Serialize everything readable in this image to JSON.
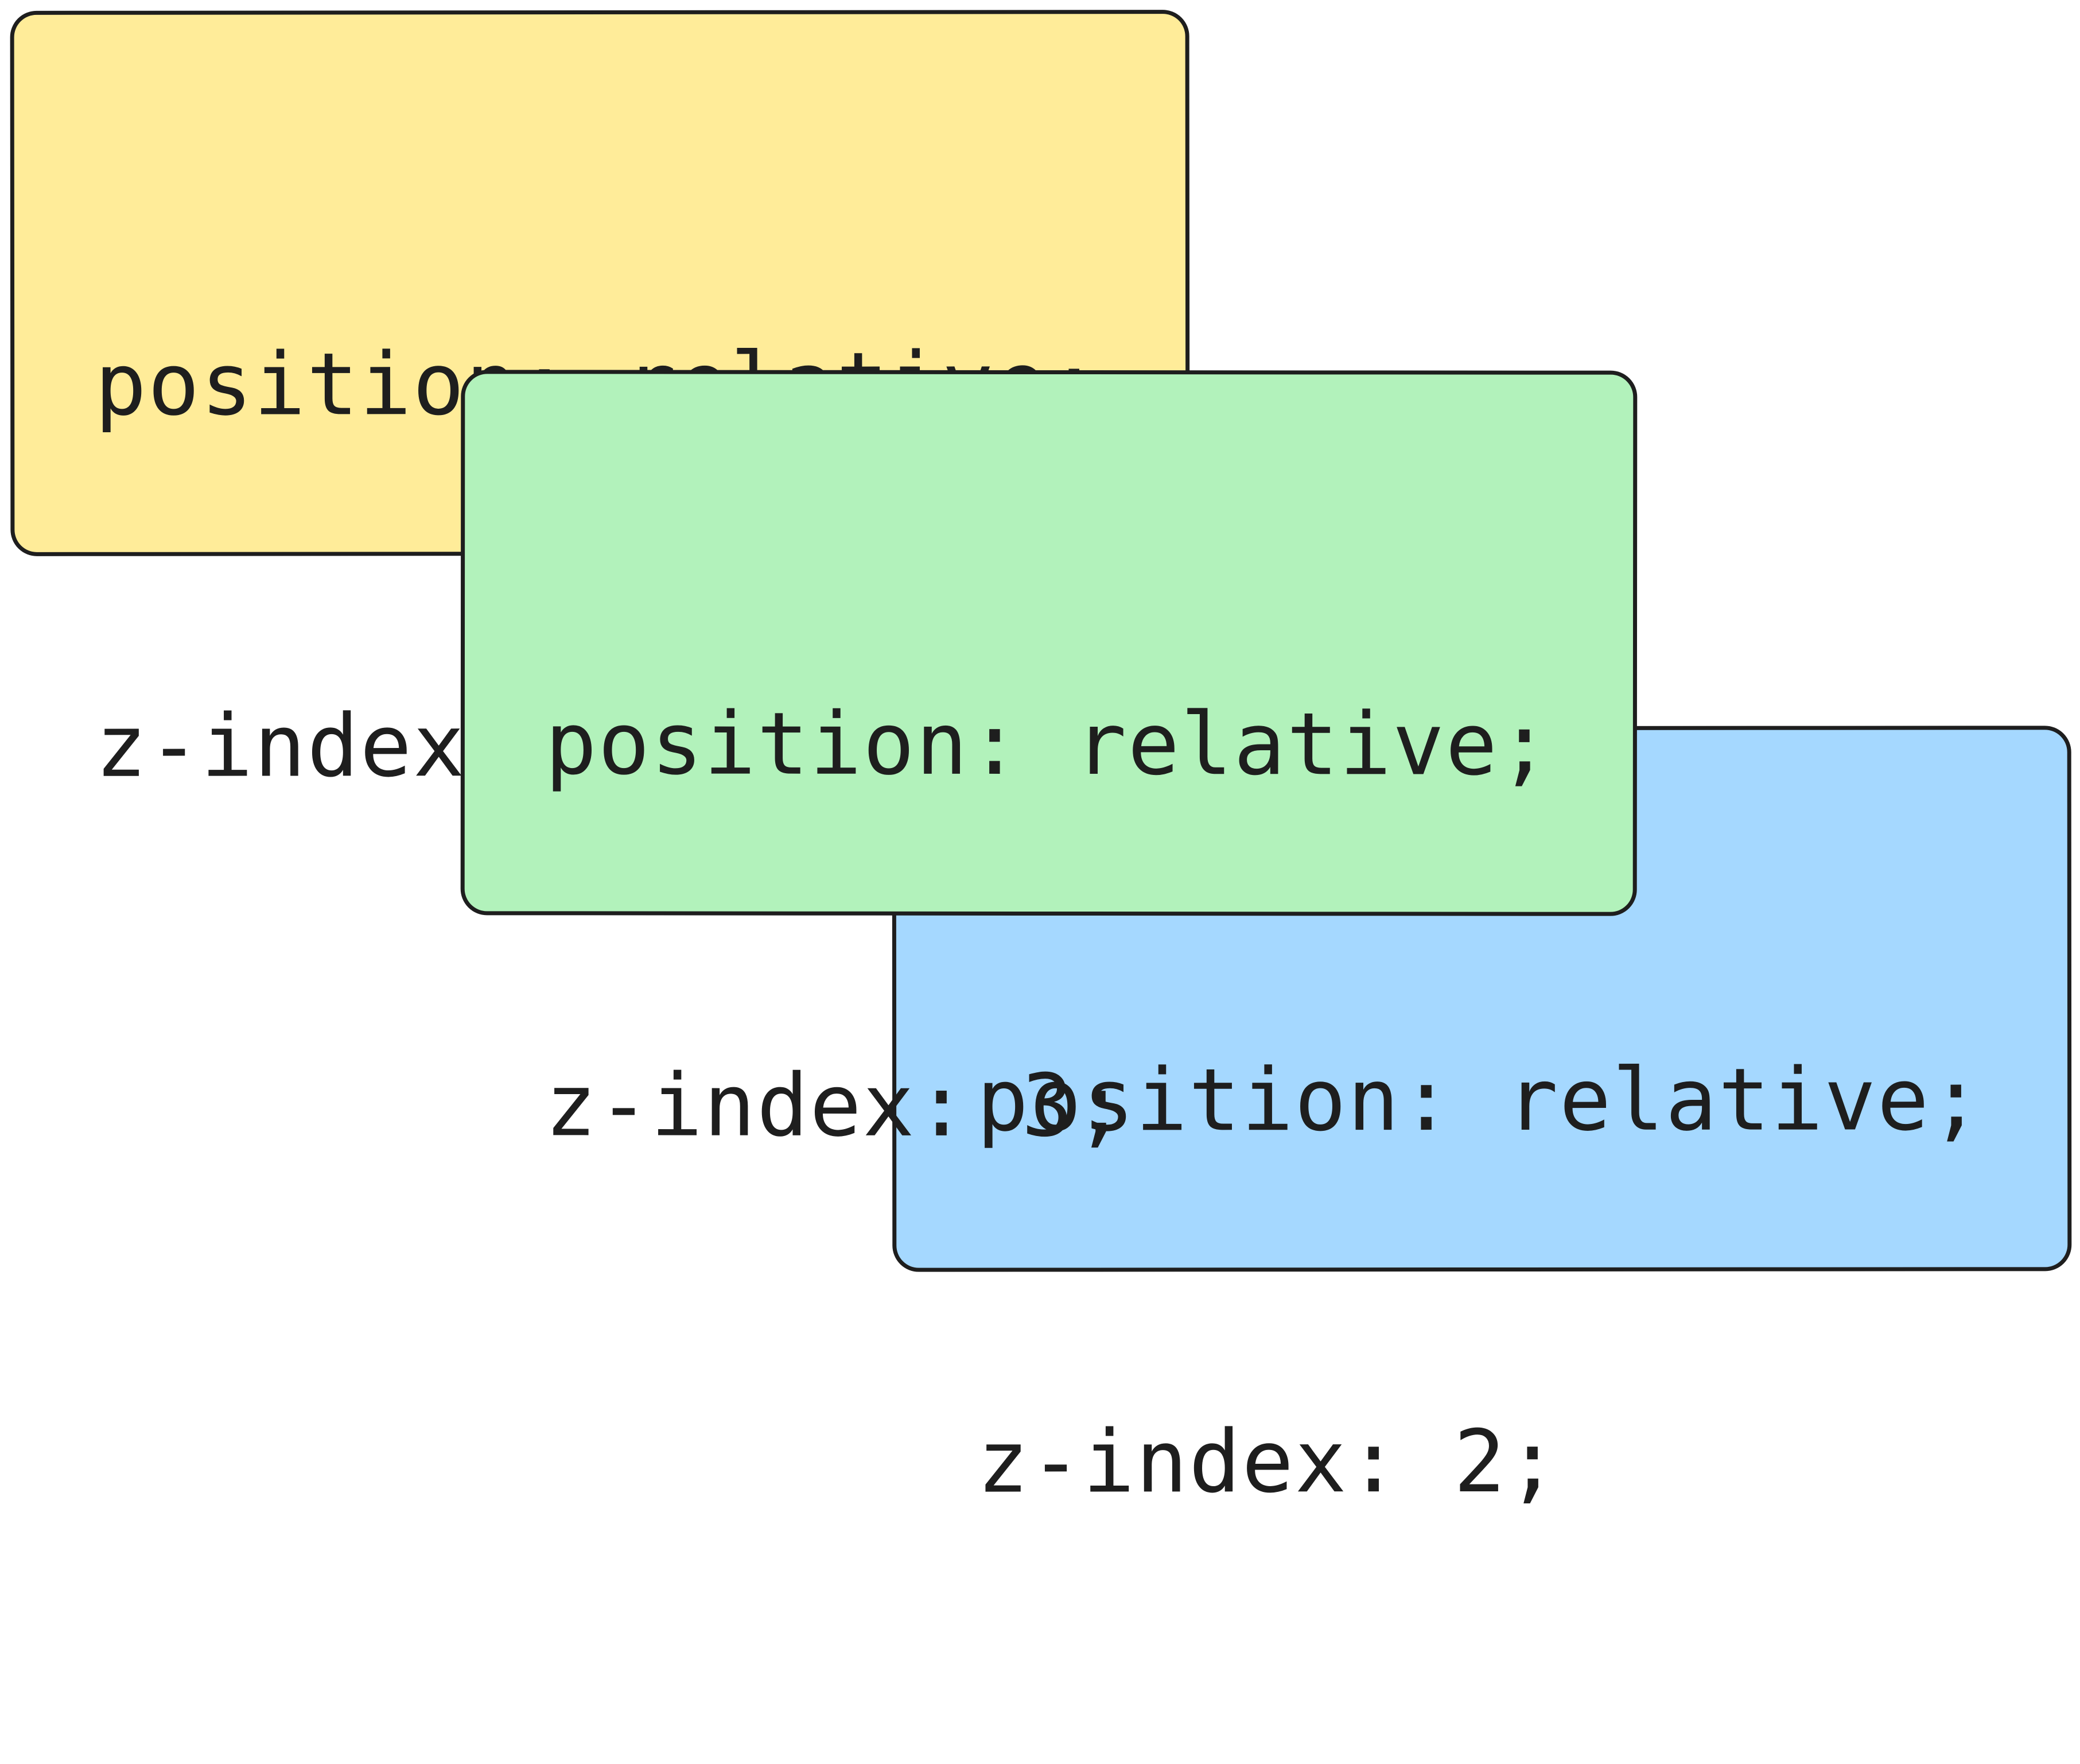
{
  "boxes": [
    {
      "line1": "position: relative;",
      "line2": "z-index: 1;",
      "fill": "#ffec99"
    },
    {
      "line1": "position: relative;",
      "line2": "z-index: 3;",
      "fill": "#b2f2bb"
    },
    {
      "line1": "position: relative;",
      "line2": "z-index: 2;",
      "fill": "#a5d8ff"
    }
  ],
  "stroke": "#1e1e1e"
}
